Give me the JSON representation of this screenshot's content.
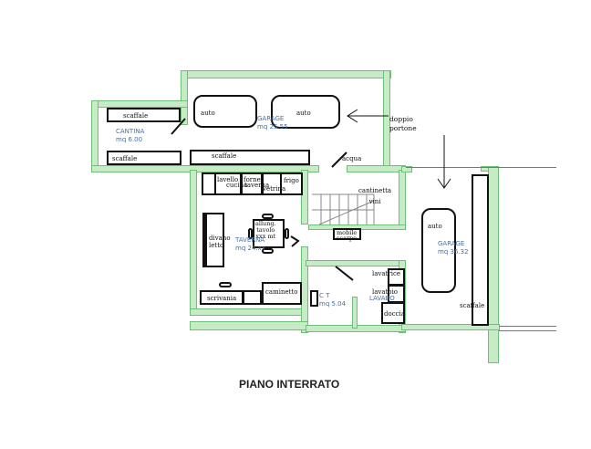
{
  "title": "PIANO INTERRATO",
  "rooms": {
    "cantina": {
      "name": "CANTINA",
      "area": "mq 6.00"
    },
    "garage_top": {
      "name": "GARAGE",
      "area": "mq 25.55"
    },
    "taverna": {
      "name": "TAVERNA",
      "area": "mq 24.xx"
    },
    "ct": {
      "name": "C T",
      "area": "mq 5.04"
    },
    "lavabo": {
      "name": "LAVABO"
    },
    "garage_right": {
      "name": "GARAGE",
      "area": "mq 36.32"
    }
  },
  "furniture": {
    "scaffale": "scaffale",
    "auto": "auto",
    "acqua": "acqua",
    "doppio": "doppio",
    "portone": "portone",
    "lavello": "lavello",
    "cucina": "cucina",
    "fornelli": "fornelli",
    "taverna_small": "taverna",
    "vetrina": "vetrina",
    "frigo": "frigo",
    "tavolo1": "allung.",
    "tavolo2": "tavolo",
    "tavolo3": "xxx mt",
    "divano": "divano",
    "letto": "letto",
    "scrivania": "scrivania",
    "caminetto": "caminetto",
    "cantinetta": "cantinetta",
    "vini": "vini",
    "mobile": "mobile",
    "scarpe": "scarpe",
    "lavatrice": "lavatrice",
    "lavatoio": "lavatoio",
    "doccia": "doccia"
  },
  "colors": {
    "wall": "#c6ecc6",
    "room_label": "#4a6fa5"
  }
}
